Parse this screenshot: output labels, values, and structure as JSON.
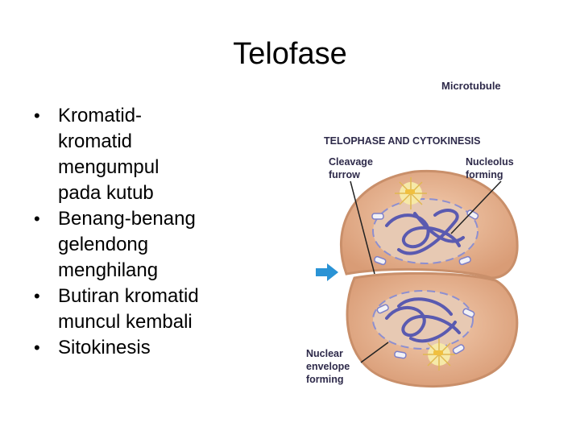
{
  "slide": {
    "title": "Telofase",
    "bullets": [
      {
        "lines": [
          "Kromatid-",
          "kromatid",
          "mengumpul",
          "pada kutub"
        ]
      },
      {
        "lines": [
          "Benang-benang",
          "gelendong",
          "menghilang"
        ]
      },
      {
        "lines": [
          "Butiran kromatid",
          "muncul kembali"
        ]
      },
      {
        "lines": [
          "Sitokinesis"
        ]
      }
    ]
  },
  "figure": {
    "top_cut_label": "Microtubule",
    "heading": "TELOPHASE AND CYTOKINESIS",
    "labels": {
      "cleavage": [
        "Cleavage",
        "furrow"
      ],
      "nucleolus": [
        "Nucleolus",
        "forming"
      ],
      "envelope": [
        "Nuclear",
        "envelope",
        "forming"
      ]
    },
    "colors": {
      "cell_fill": "#e8b996",
      "cell_edge": "#c98f6a",
      "nucleus_fill": "#e7c9b3",
      "chromatin": "#5a5ab0",
      "arrow": "#2a93d5"
    }
  }
}
